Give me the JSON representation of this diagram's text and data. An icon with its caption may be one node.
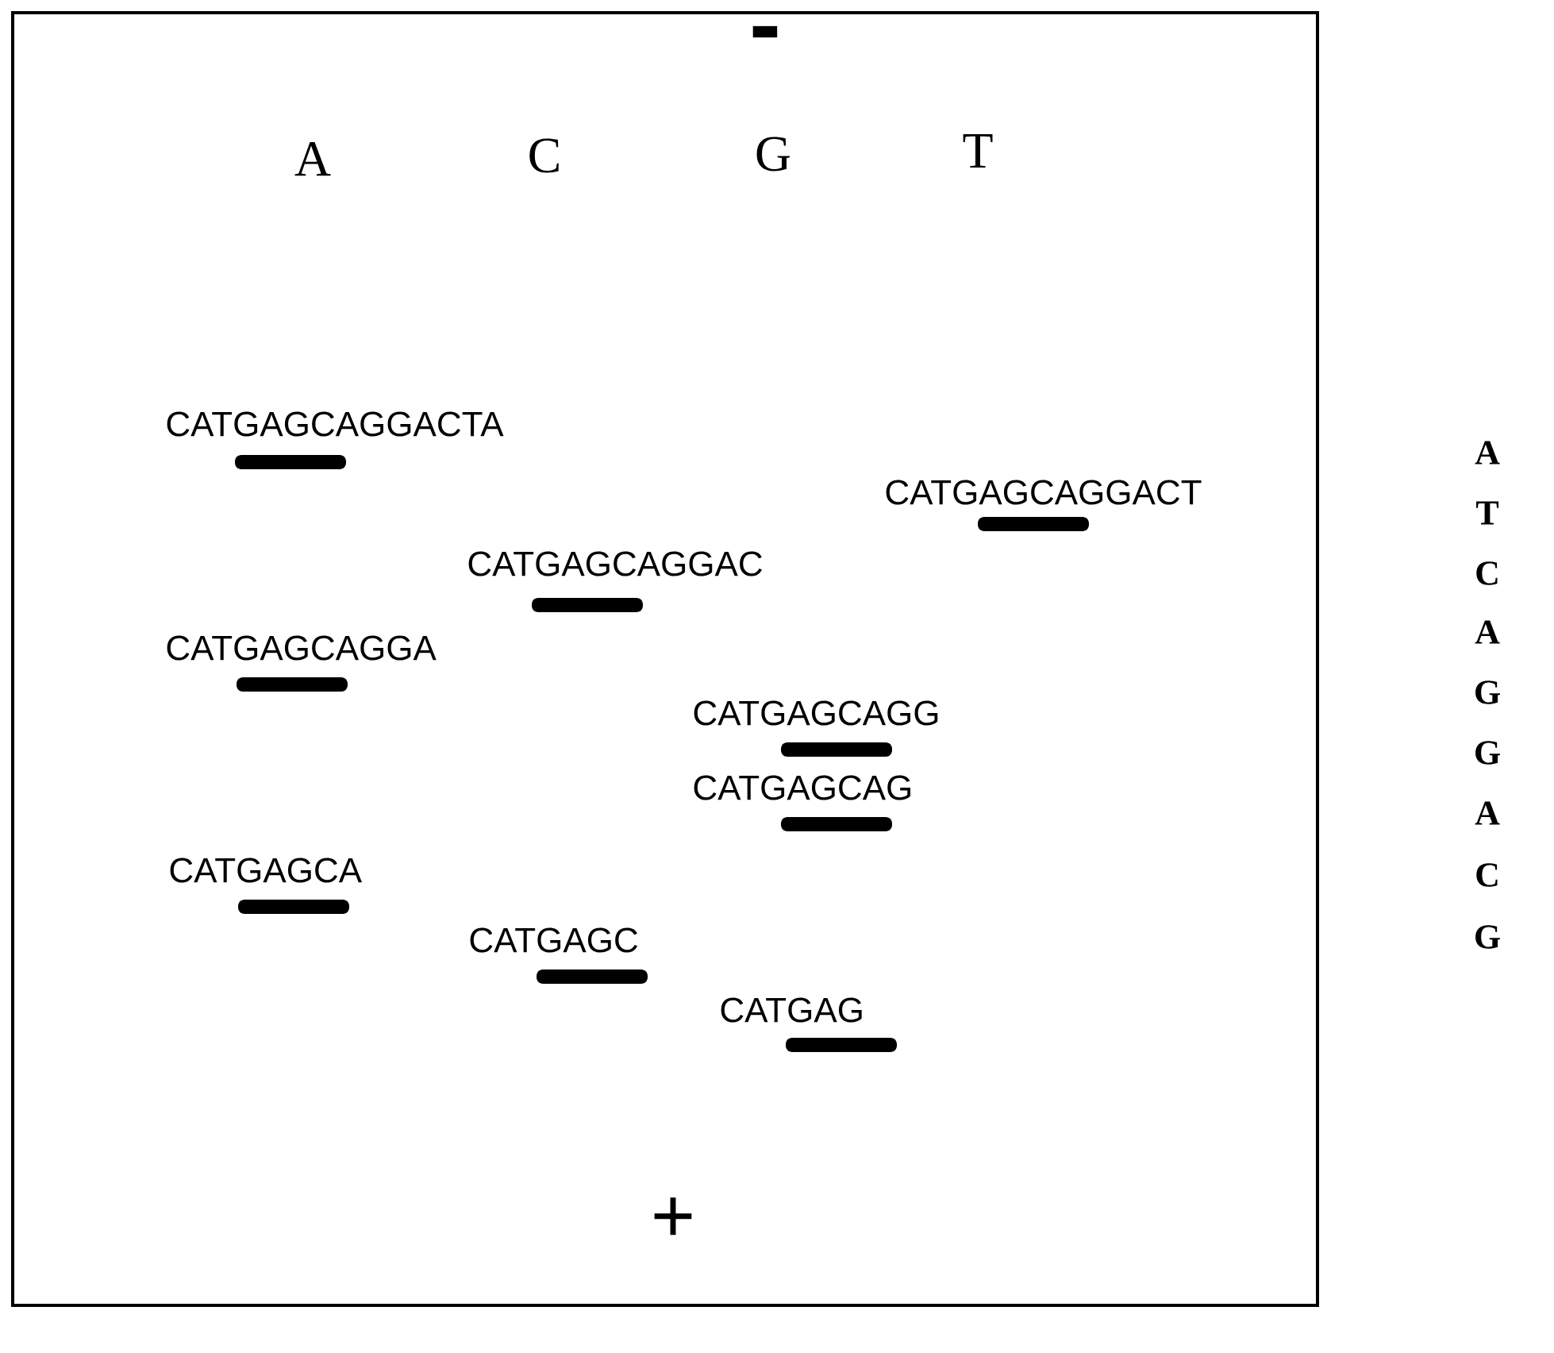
{
  "diagram": {
    "nodes": [
      {
        "text": [],
        "shape": "box"
      },
      {
        "text": [
          "CATGAGCAGGACTA"
        ],
        "in": 0
      },
      {
        "text": [
          "CATGAGCAGGACT"
        ],
        "in": 0
      },
      {
        "text": [
          "CATGAGCAGGAC"
        ],
        "in": 0
      },
      {
        "text": [
          "CATGAGCAGGA"
        ],
        "in": 0
      },
      {
        "text": [
          "CATGAGCAGG"
        ],
        "in": 0
      },
      {
        "text": [
          "CATGAGCAG"
        ],
        "in": 0
      },
      {
        "text": [
          "CATGAGCA"
        ],
        "in": 0
      },
      {
        "text": [
          "CATGAGC"
        ],
        "in": 0
      },
      {
        "text": [
          "CATGAG"
        ],
        "in": 0
      }
    ],
    "labels": [
      "-",
      "A",
      "C",
      "G",
      "T",
      "+",
      "A",
      "T",
      "C",
      "A",
      "G",
      "G",
      "A",
      "C",
      "G"
    ]
  }
}
